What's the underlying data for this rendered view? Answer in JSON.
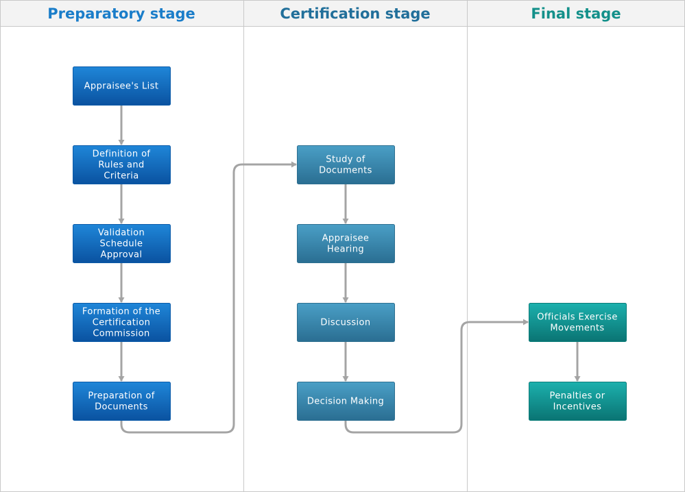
{
  "lanes": [
    {
      "title": "Preparatory stage",
      "color": "#1a7dc9"
    },
    {
      "title": "Certification stage",
      "color": "#216f9a"
    },
    {
      "title": "Final stage",
      "color": "#13908a"
    }
  ],
  "nodes": [
    {
      "id": "appraisees-list",
      "lane": 0,
      "lines": [
        "Appraisee's List"
      ]
    },
    {
      "id": "definition-rules",
      "lane": 0,
      "lines": [
        "Definition of",
        "Rules and",
        "Criteria"
      ]
    },
    {
      "id": "validation-schedule",
      "lane": 0,
      "lines": [
        "Validation",
        "Schedule",
        "Approval"
      ]
    },
    {
      "id": "formation-commission",
      "lane": 0,
      "lines": [
        "Formation of the",
        "Certification",
        "Commission"
      ]
    },
    {
      "id": "preparation-documents",
      "lane": 0,
      "lines": [
        "Preparation of",
        "Documents"
      ]
    },
    {
      "id": "study-documents",
      "lane": 1,
      "lines": [
        "Study of",
        "Documents"
      ]
    },
    {
      "id": "appraisee-hearing",
      "lane": 1,
      "lines": [
        "Appraisee",
        "Hearing"
      ]
    },
    {
      "id": "discussion",
      "lane": 1,
      "lines": [
        "Discussion"
      ]
    },
    {
      "id": "decision-making",
      "lane": 1,
      "lines": [
        "Decision Making"
      ]
    },
    {
      "id": "officials-exercise",
      "lane": 2,
      "lines": [
        "Officials Exercise",
        "Movements"
      ]
    },
    {
      "id": "penalties-incentives",
      "lane": 2,
      "lines": [
        "Penalties or",
        "Incentives"
      ]
    }
  ],
  "edges": [
    {
      "from": "appraisees-list",
      "to": "definition-rules"
    },
    {
      "from": "definition-rules",
      "to": "validation-schedule"
    },
    {
      "from": "validation-schedule",
      "to": "formation-commission"
    },
    {
      "from": "formation-commission",
      "to": "preparation-documents"
    },
    {
      "from": "preparation-documents",
      "to": "study-documents"
    },
    {
      "from": "study-documents",
      "to": "appraisee-hearing"
    },
    {
      "from": "appraisee-hearing",
      "to": "discussion"
    },
    {
      "from": "discussion",
      "to": "decision-making"
    },
    {
      "from": "decision-making",
      "to": "officials-exercise"
    },
    {
      "from": "officials-exercise",
      "to": "penalties-incentives"
    }
  ]
}
